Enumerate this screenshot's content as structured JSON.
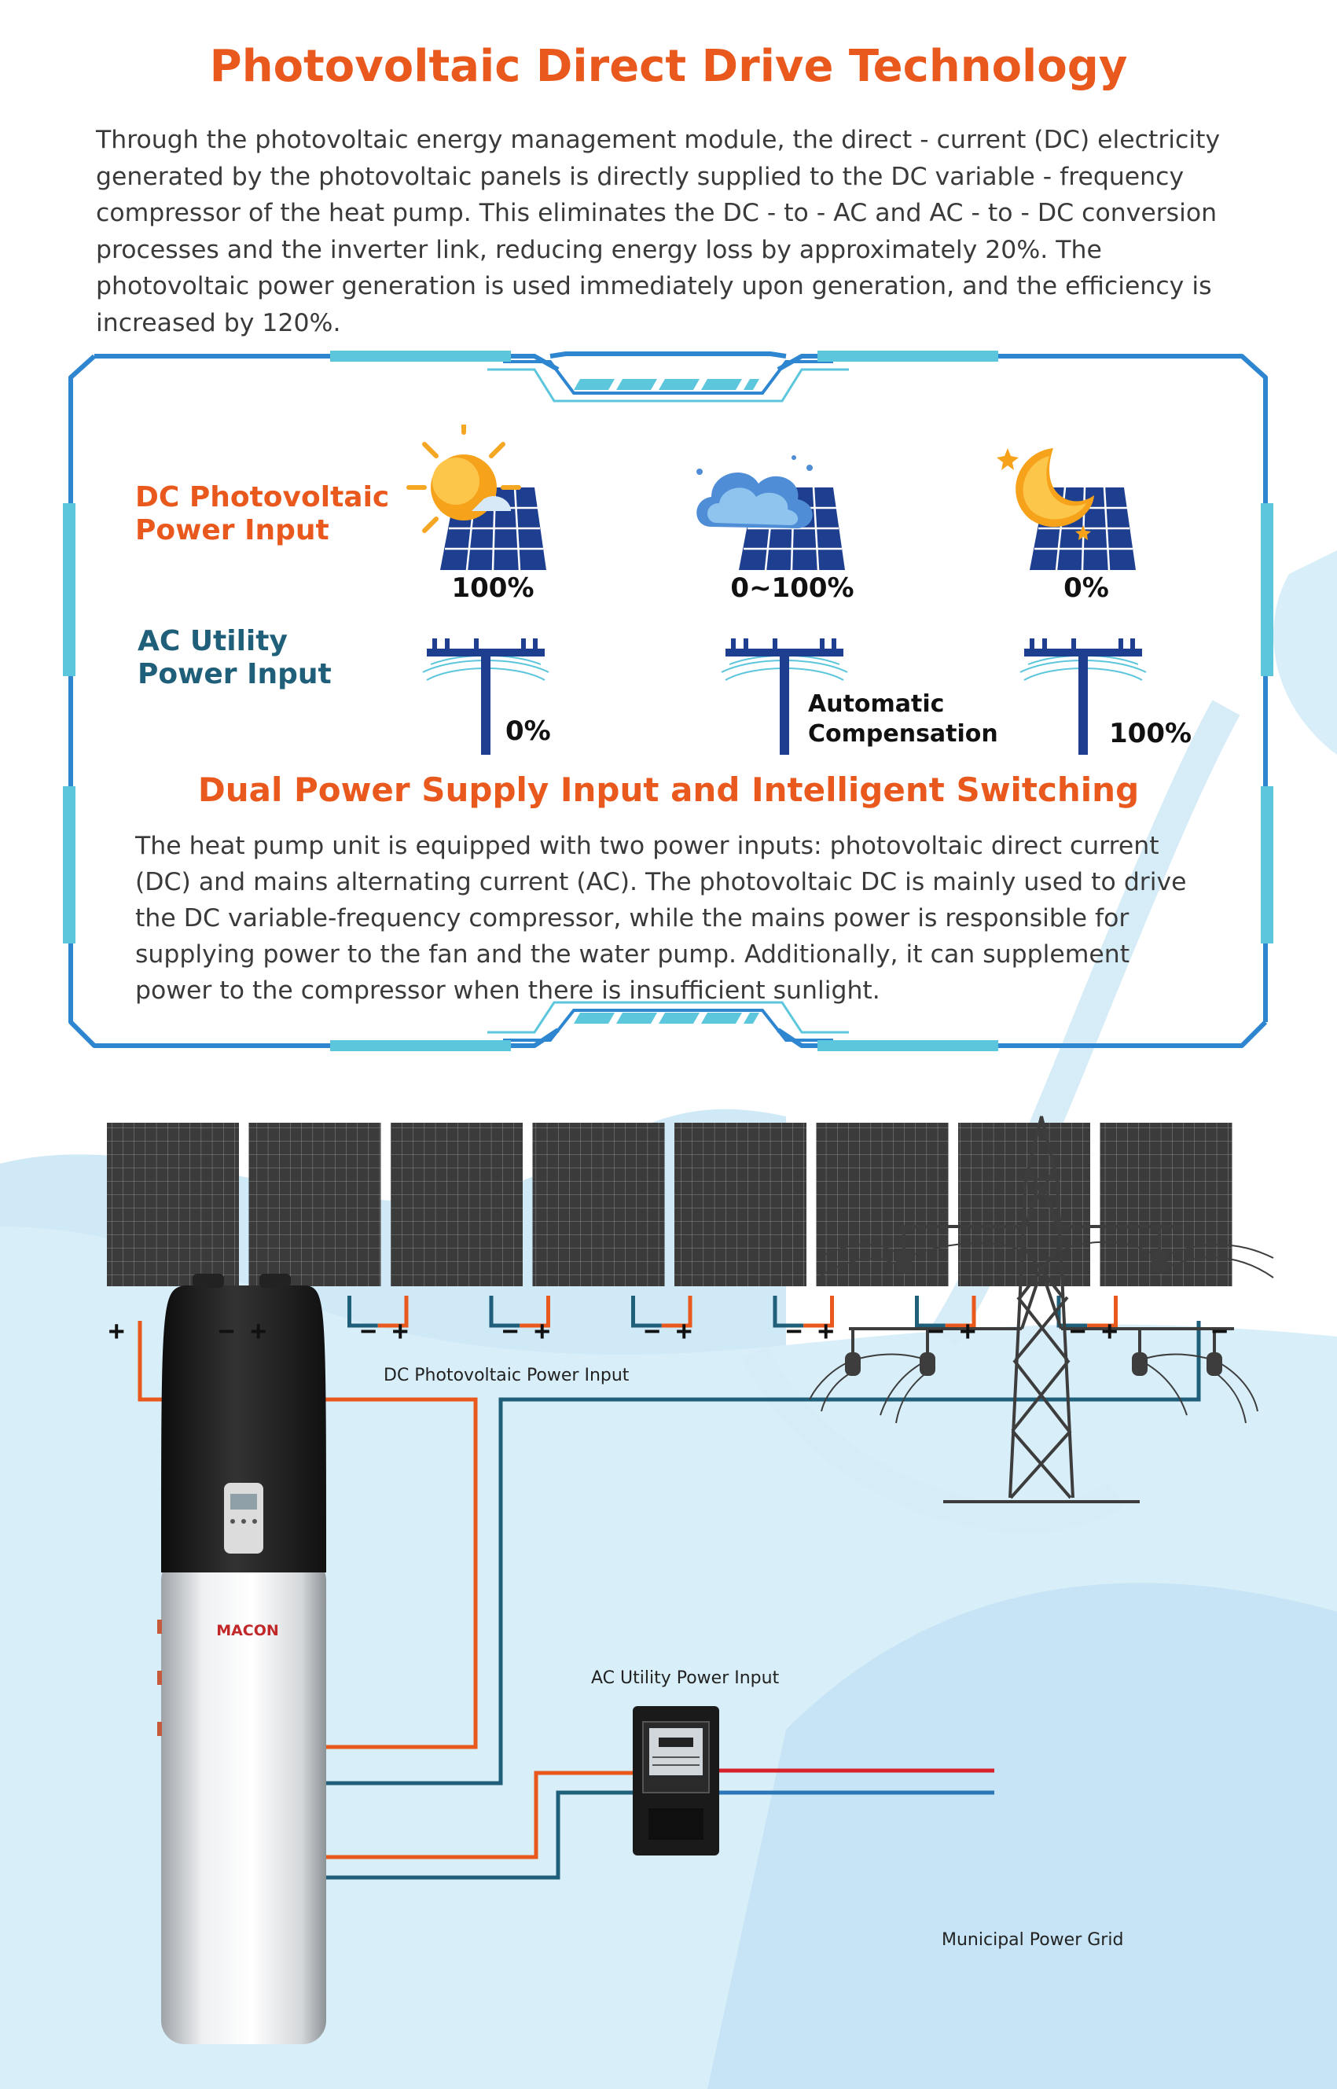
{
  "title": "Photovoltaic Direct Drive Technology",
  "intro": "Through the photovoltaic energy management module, the direct - current (DC) electricity generated by the photovoltaic panels is directly supplied to the DC variable - frequency compressor of the heat pump. This eliminates the DC - to - AC and AC - to - DC conversion processes and the inverter link, reducing energy loss by approximately 20%. The photovoltaic power generation is used immediately upon generation, and the efficiency is increased by 120%.",
  "dc_label": [
    "DC Photovoltaic",
    "Power Input"
  ],
  "ac_label": [
    "AC Utility",
    "Power Input"
  ],
  "scenarios": [
    {
      "icon": "sun-icon",
      "dc": "100%",
      "ac": "0%"
    },
    {
      "icon": "cloud-icon",
      "dc": "0~100%",
      "ac": [
        "Automatic",
        "Compensation"
      ]
    },
    {
      "icon": "moon-icon",
      "dc": "0%",
      "ac": "100%"
    }
  ],
  "subtitle": "Dual Power Supply Input and Intelligent Switching",
  "body": "The heat pump unit is equipped with two power inputs: photovoltaic direct current (DC) and mains alternating current (AC). The photovoltaic DC is mainly used to drive the DC variable-frequency compressor, while the mains power is responsible for supplying power to the fan and the water pump. Additionally, it can supplement power to the compressor when there is insufficient sunlight.",
  "diagram": {
    "dc_input_label": "DC Photovoltaic Power Input",
    "ac_input_label": "AC Utility Power Input",
    "grid_label": "Municipal Power Grid",
    "brand": "MACON",
    "plus": "+",
    "minus": "−",
    "panel_count": 8
  },
  "colors": {
    "orange": "#e9591d",
    "teal": "#1f5f7a",
    "frame_blue": "#2e86d1",
    "frame_cyan": "#5cc6dc",
    "bg_light": "#d7eef8"
  }
}
